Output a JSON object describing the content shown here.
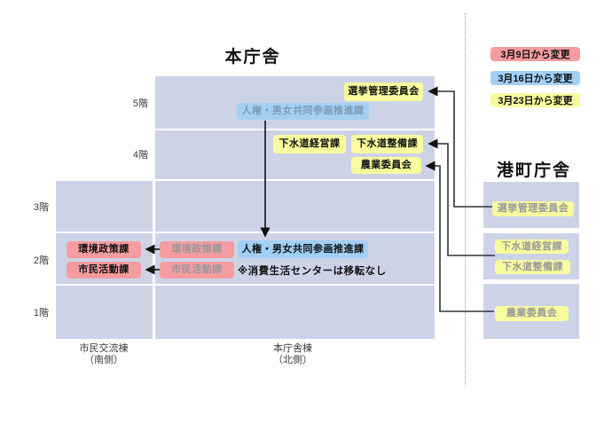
{
  "legend": {
    "items": [
      {
        "label": "3月9日から変更",
        "color": "#F59CA1"
      },
      {
        "label": "3月16日から変更",
        "color": "#A2D0F5"
      },
      {
        "label": "3月23日から変更",
        "color": "#FAFA9E"
      }
    ]
  },
  "main": {
    "title": "本庁舎",
    "floors": [
      "5階",
      "4階",
      "3階",
      "2階",
      "1階"
    ],
    "departments": {
      "election": "選挙管理委員会",
      "human_rights": "人権・男女共同参画推進課",
      "sewer_management": "下水道経営課",
      "sewer_maintenance": "下水道整備課",
      "agriculture": "農業委員会",
      "environment": "環境政策課",
      "civic": "市民活動課"
    },
    "note": "※消費生活センターは移転なし",
    "wings": {
      "south": {
        "name": "市民交流棟",
        "side": "（南側）"
      },
      "north": {
        "name": "本庁舎棟",
        "side": "（北側）"
      }
    }
  },
  "annex": {
    "title": "港町庁舎",
    "departments": {
      "election": "選挙管理委員会",
      "sewer_management": "下水道経営課",
      "sewer_maintenance": "下水道整備課",
      "agriculture": "農業委員会"
    }
  },
  "colors": {
    "floor_block": "#CDD3E7",
    "change_mar9_pink": "#F59CA1",
    "change_mar16_blue": "#A2D0F5",
    "change_mar23_yellow": "#FAFA9E",
    "faded_text_gray": "#97999C",
    "faded_text_blue": "#7F99B3",
    "connector_line": "#2F3237"
  }
}
